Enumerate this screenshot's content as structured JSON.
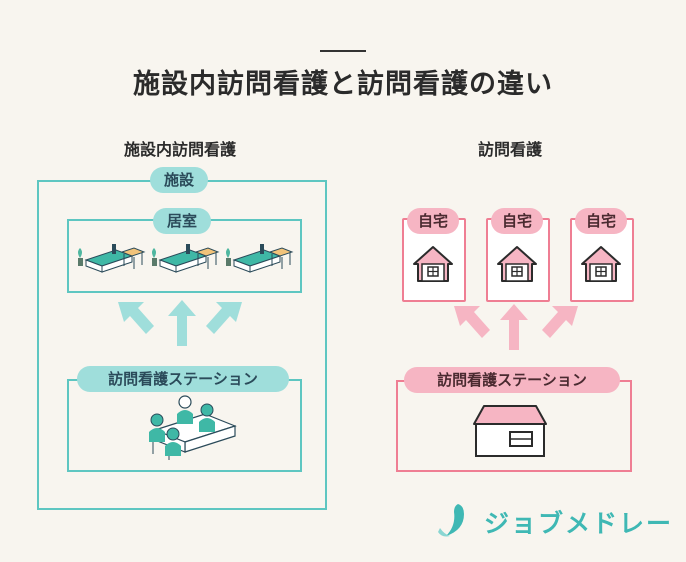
{
  "title": "施設内訪問看護と訪問看護の違い",
  "left": {
    "heading": "施設内訪問看護",
    "facility_label": "施設",
    "room_label": "居室",
    "station_label": "訪問看護ステーション"
  },
  "right": {
    "heading": "訪問看護",
    "home_labels": [
      "自宅",
      "自宅",
      "自宅"
    ],
    "station_label": "訪問看護ステーション"
  },
  "logo": {
    "text": "ジョブメドレー"
  },
  "colors": {
    "teal": "#5ec6c1",
    "teal_light": "#9fdedb",
    "pink": "#ef7e93",
    "pink_light": "#f6b5c3",
    "background": "#f8f5ef"
  }
}
